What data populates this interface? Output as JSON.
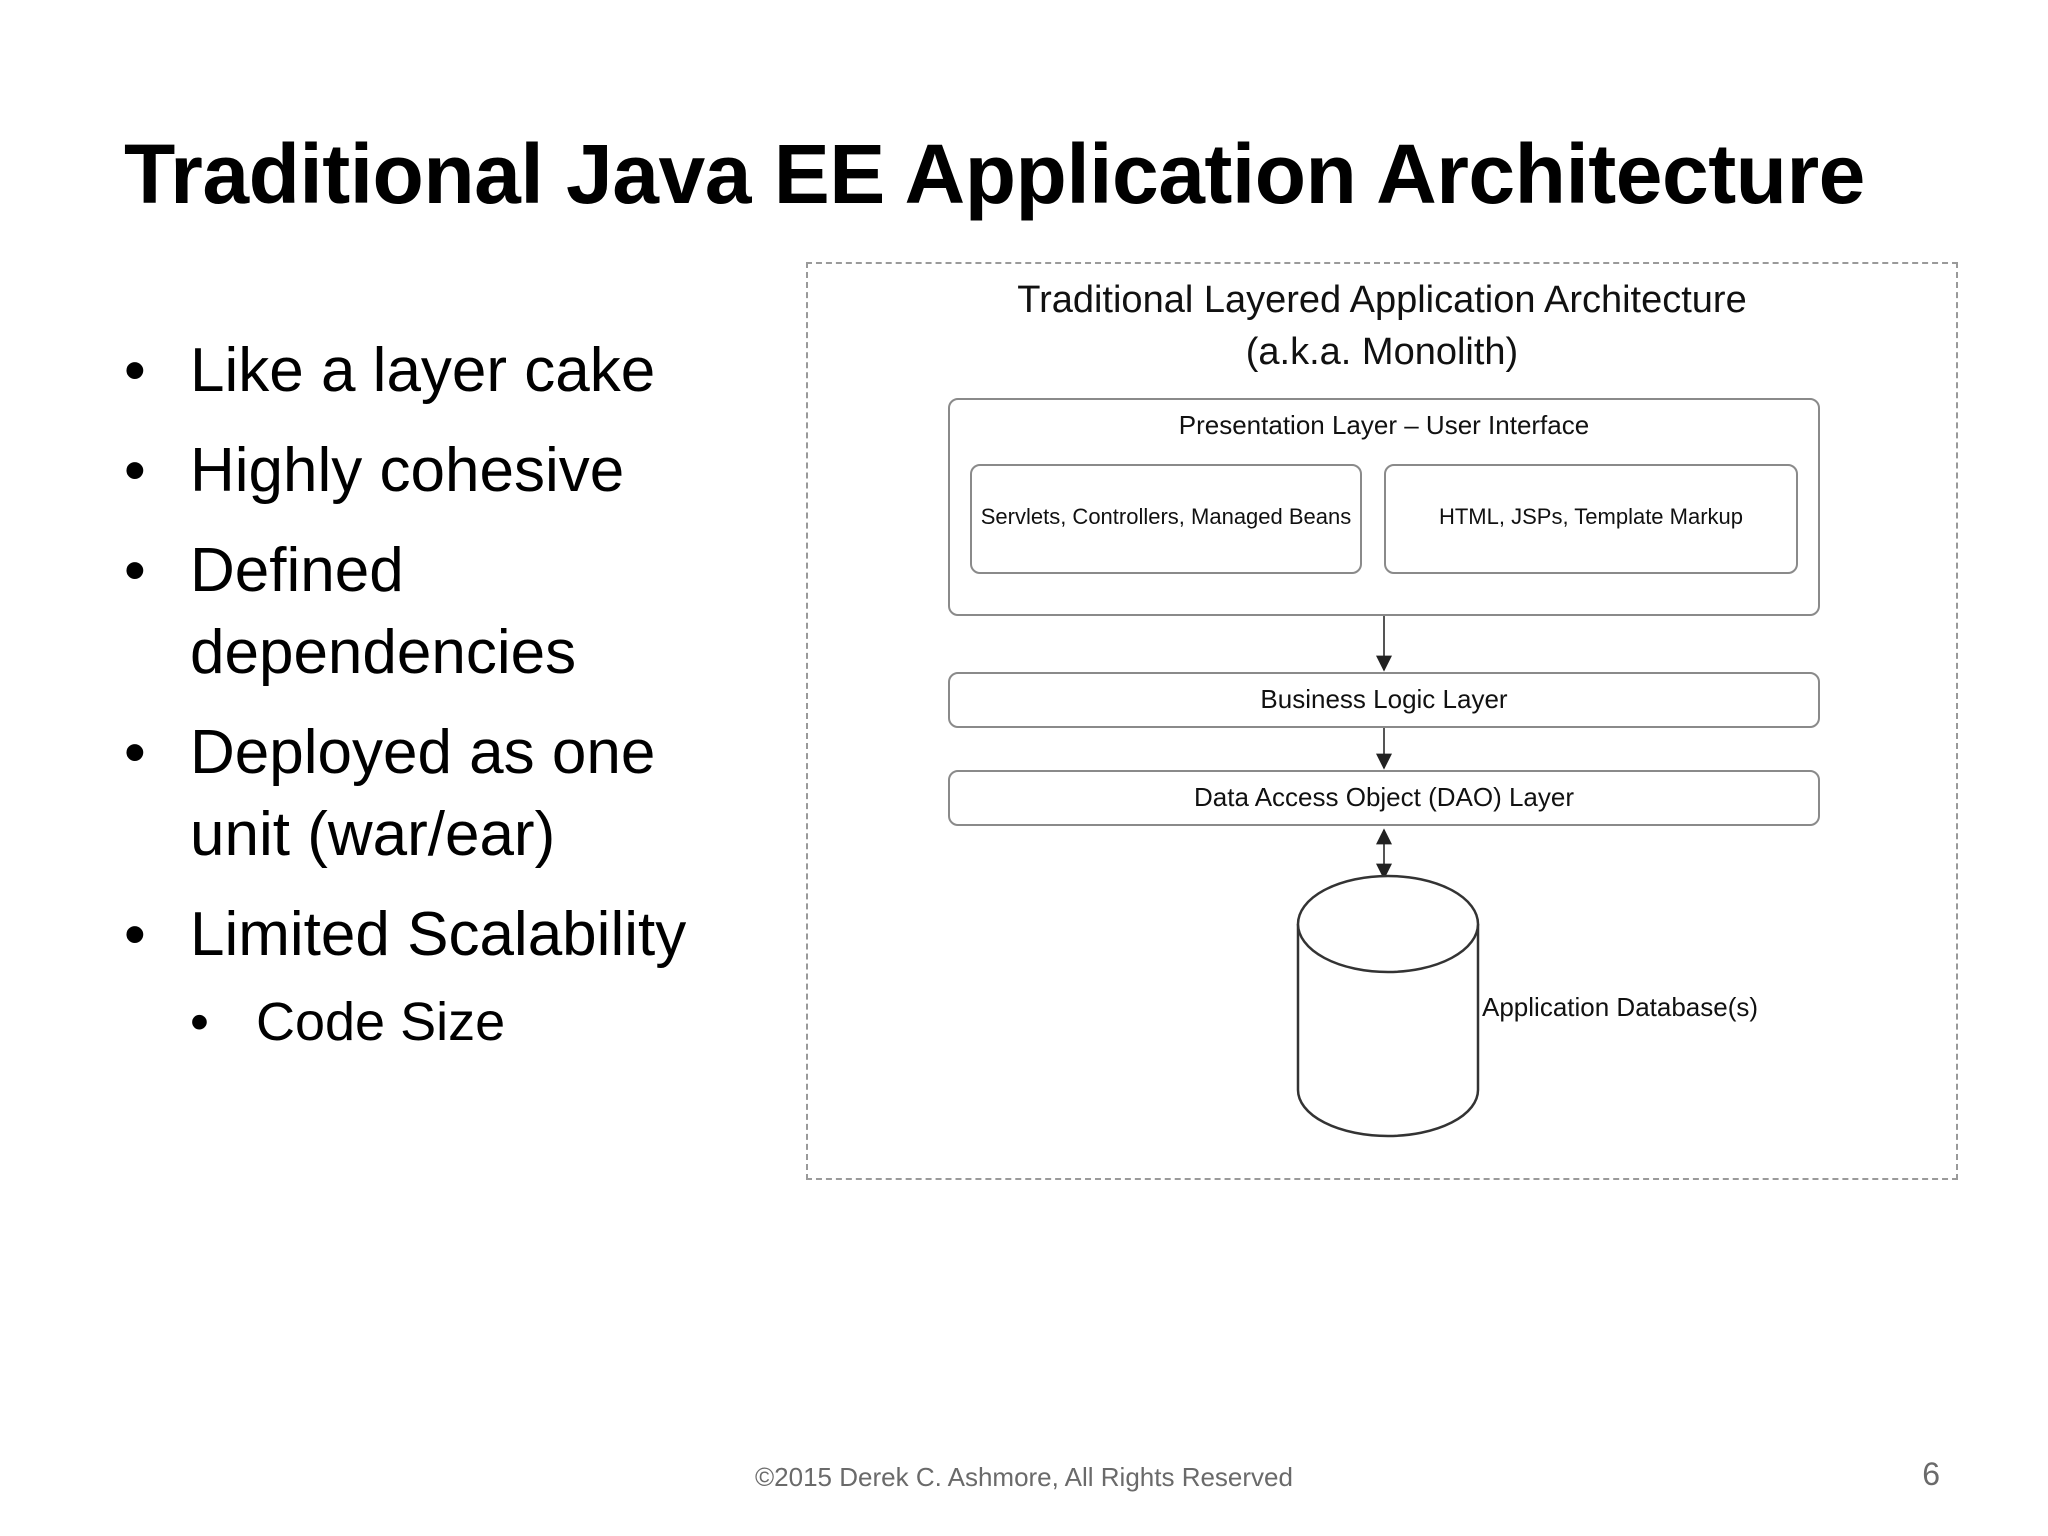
{
  "slide": {
    "title": "Traditional Java EE Application Architecture",
    "bullets": [
      "Like a layer cake",
      "Highly cohesive",
      "Defined dependencies",
      "Deployed as one unit (war/ear)",
      "Limited Scalability"
    ],
    "sub_bullets": [
      "Code Size"
    ],
    "footer": "©2015 Derek C. Ashmore, All Rights Reserved",
    "page_number": "6"
  },
  "diagram": {
    "title_line1": "Traditional Layered Application Architecture",
    "title_line2": "(a.k.a. Monolith)",
    "presentation_layer": "Presentation Layer – User Interface",
    "presentation_left": "Servlets, Controllers, Managed Beans",
    "presentation_right": "HTML, JSPs, Template Markup",
    "business_layer": "Business Logic Layer",
    "dao_layer": "Data Access Object (DAO) Layer",
    "database_label": "Application Database(s)",
    "line_color": "#8a8a8a"
  }
}
